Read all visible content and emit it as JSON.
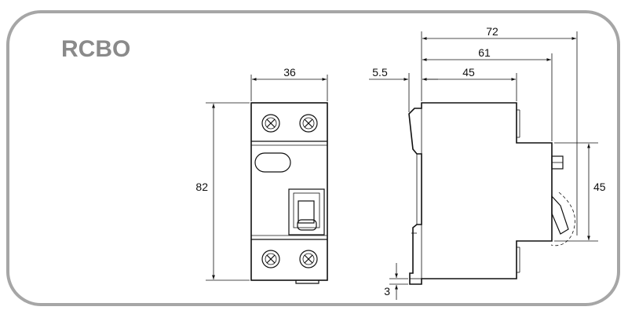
{
  "title": "RCBO",
  "colors": {
    "frame": "#a6a6a6",
    "title": "#8a8a8a",
    "line": "#111111",
    "fill": "#e4e4e4"
  },
  "dimensions": {
    "front_width": "36",
    "front_height": "82",
    "side_offset": "5.5",
    "depth_body": "45",
    "depth_mid": "61",
    "depth_total": "72",
    "front_step_height": "45",
    "clip_height": "3"
  }
}
